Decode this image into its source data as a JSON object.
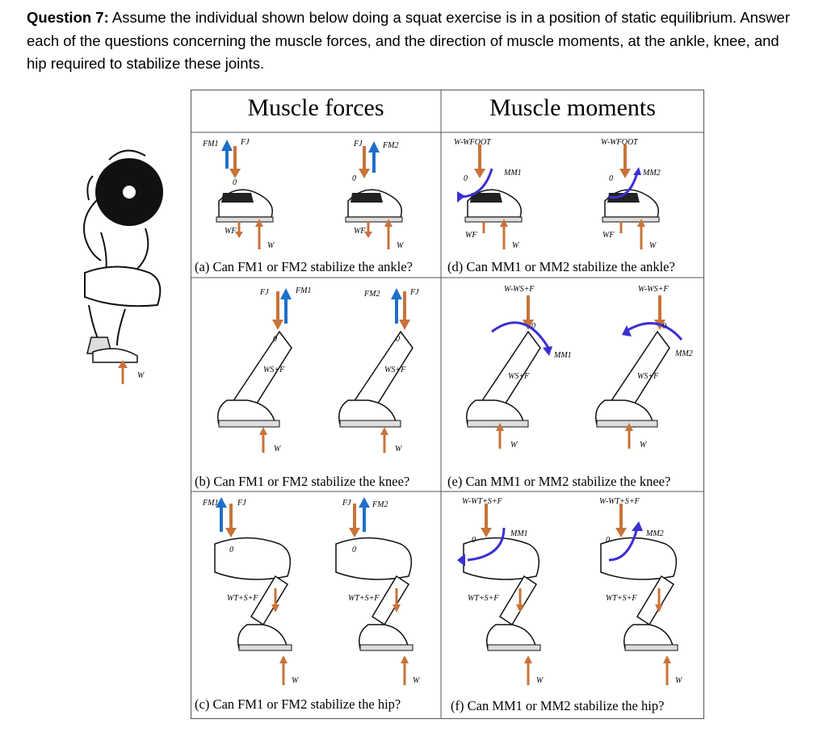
{
  "question": {
    "label": "Question 7:",
    "text": " Assume the individual shown below doing a squat exercise is in a position of static equilibrium. Answer each of the questions concerning the muscle forces, and the direction of muscle moments, at the ankle, knee, and hip required to stabilize these joints."
  },
  "table": {
    "col_forces": "Muscle forces",
    "col_moments": "Muscle moments",
    "captions": {
      "a": "(a) Can FM1 or FM2 stabilize the ankle?",
      "b": "(b) Can FM1 or FM2 stabilize the knee?",
      "c": "(c) Can FM1 or FM2 stabilize the hip?",
      "d": "(d) Can MM1 or MM2 stabilize the ankle?",
      "e": "(e) Can MM1 or MM2 stabilize the knee?",
      "f": "(f) Can MM1 or MM2 stabilize the hip?"
    }
  },
  "labels": {
    "fm1": "FM1",
    "fm2": "FM2",
    "f_joint": "FJ",
    "zero": "0",
    "wf": "WF",
    "w": "W",
    "wsf": "WS+F",
    "wtsf": "WT+S+F",
    "w_wfoot": "W-WFOOT",
    "w_wsf": "W-WS+F",
    "w_wtsf": "W-WT+S+F",
    "mm1": "MM1",
    "mm2": "MM2"
  },
  "colors": {
    "force_arrow": "#c8733a",
    "muscle_arrow": "#1f6fc9",
    "moment_arc": "#3b2fd1"
  }
}
